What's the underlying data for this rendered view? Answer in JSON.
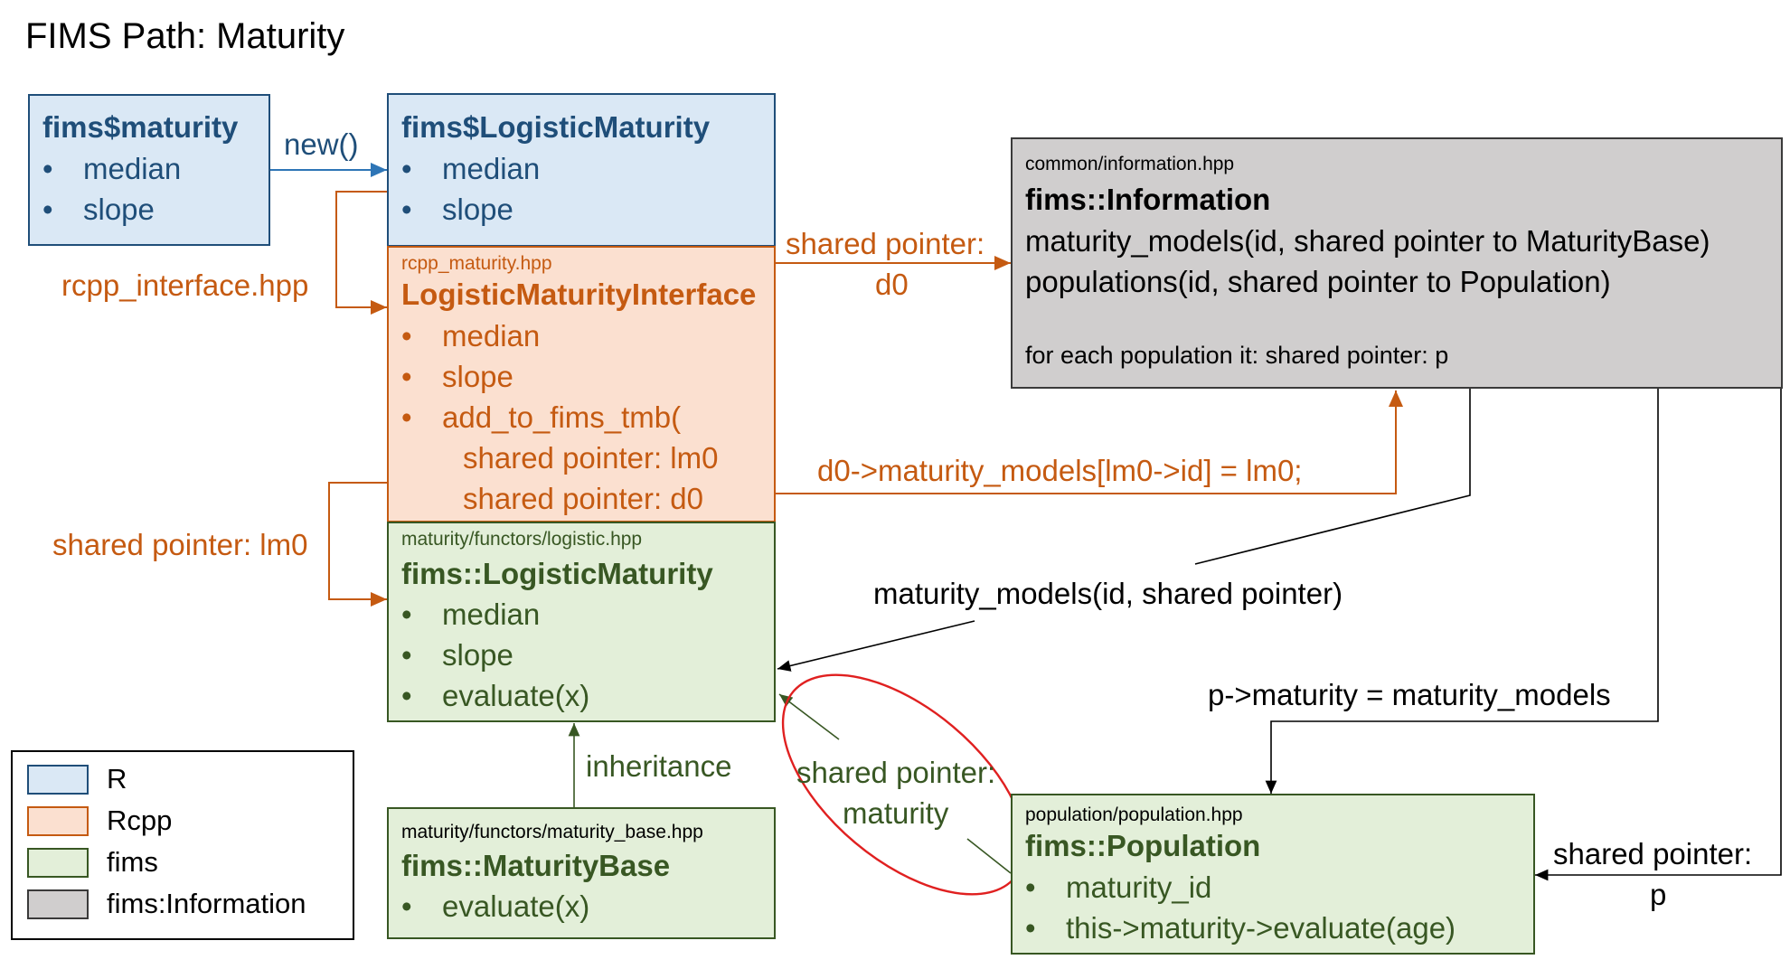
{
  "title": "FIMS Path: Maturity",
  "r_box": {
    "heading": "fims$maturity",
    "items": [
      "median",
      "slope"
    ]
  },
  "r_logistic_box": {
    "heading": "fims$LogisticMaturity",
    "items": [
      "median",
      "slope"
    ]
  },
  "rcpp_box": {
    "file": "rcpp_maturity.hpp",
    "heading": "LogisticMaturityInterface",
    "items": [
      "median",
      "slope",
      "add_to_fims_tmb("
    ],
    "sub_items": [
      "shared pointer: lm0",
      "shared pointer: d0"
    ]
  },
  "fims_logistic_box": {
    "file": "maturity/functors/logistic.hpp",
    "heading": "fims::LogisticMaturity",
    "items": [
      "median",
      "slope",
      "evaluate(x)"
    ]
  },
  "maturity_base_box": {
    "file": "maturity/functors/maturity_base.hpp",
    "heading": "fims::MaturityBase",
    "items": [
      "evaluate(x)"
    ]
  },
  "information_box": {
    "file": "common/information.hpp",
    "heading": "fims::Information",
    "lines": [
      "maturity_models(id, shared pointer to MaturityBase)",
      "populations(id, shared pointer to  Population)"
    ],
    "note": "for each population it: shared pointer: p"
  },
  "population_box": {
    "file": "population/population.hpp",
    "heading": "fims::Population",
    "items": [
      "maturity_id",
      "this->maturity->evaluate(age)"
    ]
  },
  "labels": {
    "new": "new()",
    "rcpp_interface": "rcpp_interface.hpp",
    "shared_d0_a": "shared pointer:",
    "shared_d0_b": "d0",
    "assign_models": "d0->maturity_models[lm0->id] = lm0;",
    "shared_lm0": "shared pointer: lm0",
    "maturity_models_call": "maturity_models(id, shared pointer)",
    "inheritance": "inheritance",
    "shared_maturity_a": "shared pointer:",
    "shared_maturity_b": "maturity",
    "p_maturity": "p->maturity = maturity_models",
    "shared_p_a": "shared pointer:",
    "shared_p_b": "p"
  },
  "legend": {
    "items": [
      "R",
      "Rcpp",
      "fims",
      "fims:Information"
    ]
  },
  "colors": {
    "r": "#dae8f5",
    "rcpp": "#fbe0d0",
    "fims": "#e3efd9",
    "info": "#d0cece",
    "highlight": "#e02020"
  }
}
